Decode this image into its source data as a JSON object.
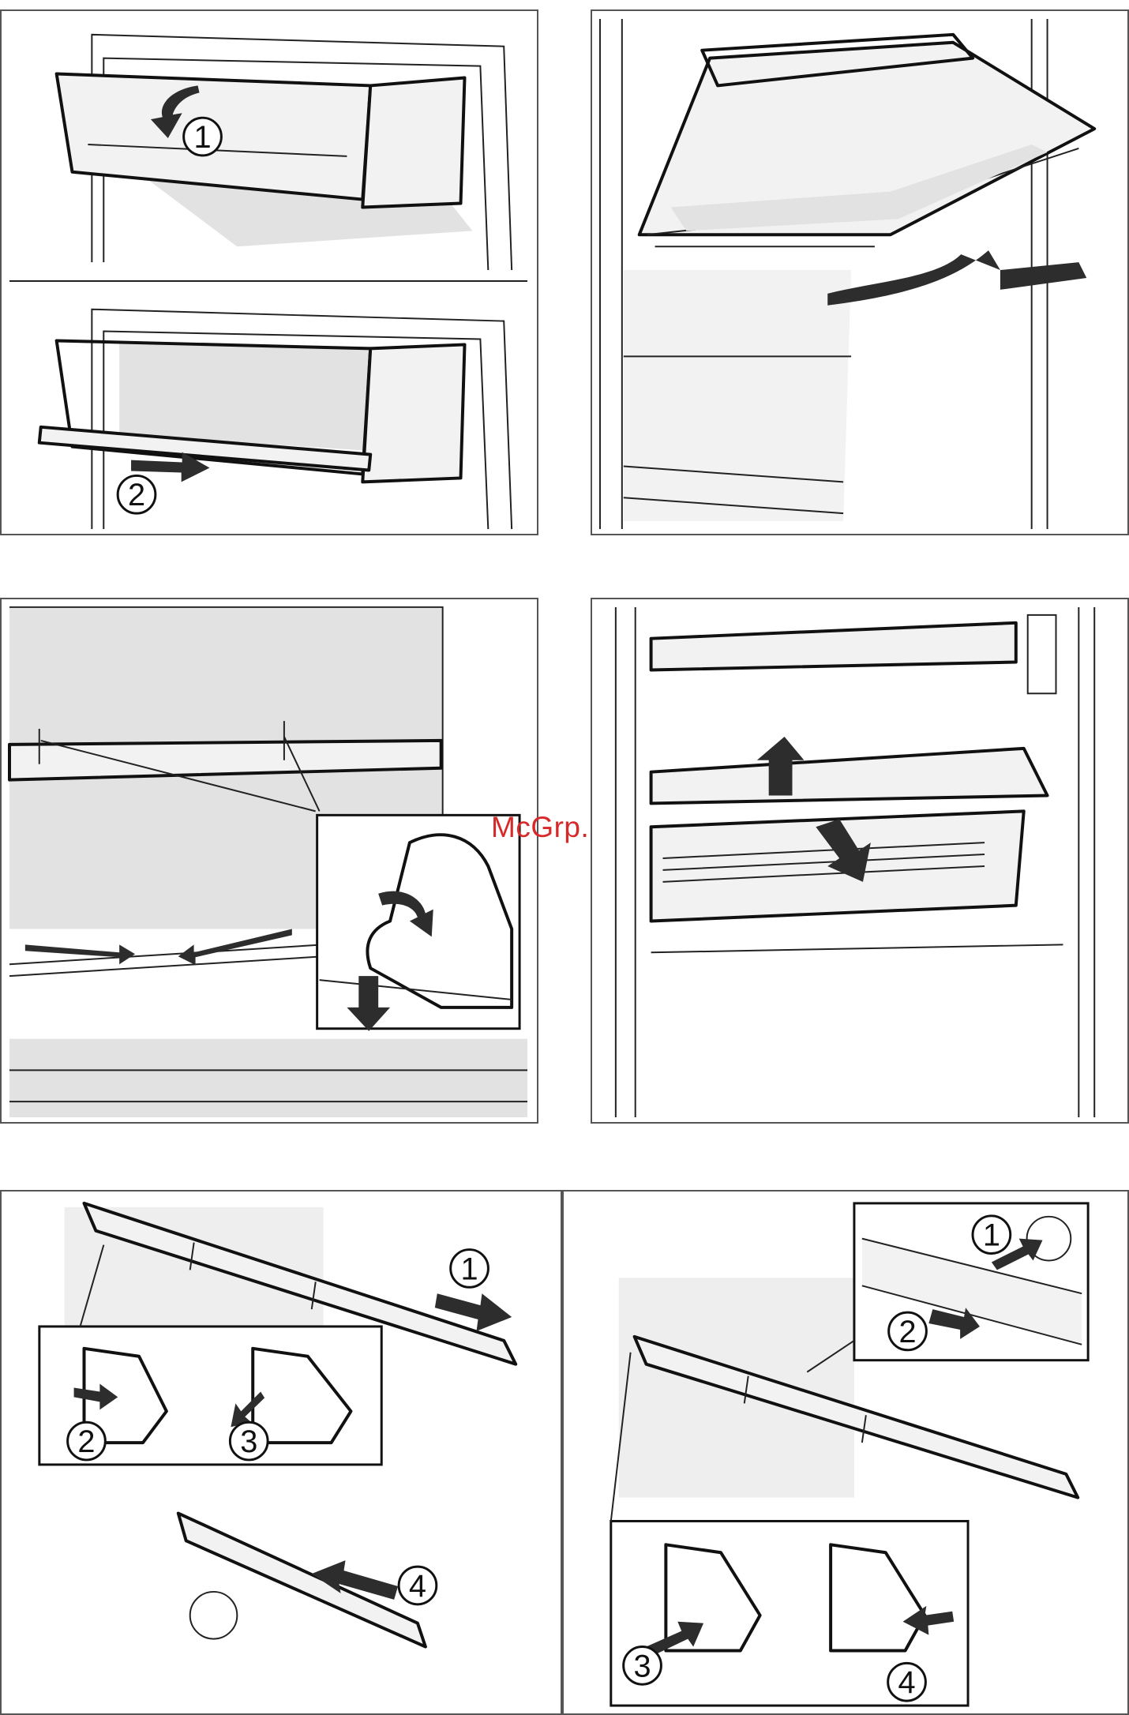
{
  "watermark": "McGrp.Ru",
  "steps": {
    "p1_step1": "1",
    "p1_step2": "2",
    "p5_step1": "1",
    "p5_step2": "2",
    "p5_step3": "3",
    "p5_step4": "4",
    "p6_step1": "1",
    "p6_step2": "2",
    "p6_step3": "3",
    "p6_step4": "4"
  },
  "colors": {
    "line": "#111111",
    "shade": "#e2e2e2",
    "arrow": "#2d2d2d",
    "watermark": "#d62a2a"
  }
}
